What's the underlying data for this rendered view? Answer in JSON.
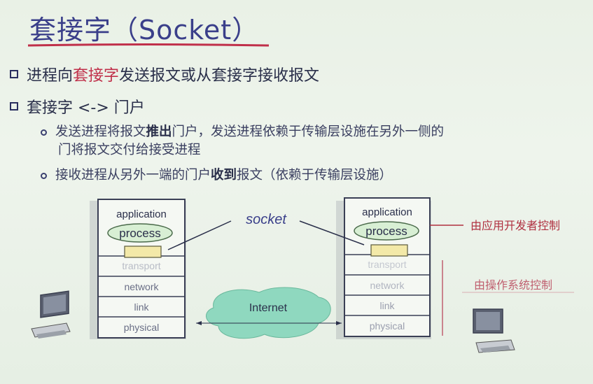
{
  "title": "套接字（Socket）",
  "bullets": [
    {
      "pre": "进程向",
      "hl": "套接字",
      "post": "发送报文或从套接字接收报文"
    },
    {
      "text": "套接字 <-> 门户"
    }
  ],
  "subbullets": [
    {
      "line1_a": "发送进程将报文",
      "line1_b": "推出",
      "line1_c": "门户，发送进程依赖于传输层设施在另外一侧的",
      "line2": "门将报文交付给接受进程"
    },
    {
      "a": "接收进程从另外一端的门户",
      "b": "收到",
      "c": "报文（依赖于传输层设施）"
    }
  ],
  "diagram": {
    "left_stack": [
      "application",
      "process",
      "transport",
      "network",
      "link",
      "physical"
    ],
    "right_stack": [
      "application",
      "process",
      "transport",
      "network",
      "link",
      "physical"
    ],
    "socket_label": "socket",
    "internet_label": "Internet",
    "app_ctrl_label": "由应用开发者控制",
    "os_ctrl_label": "由操作系统控制"
  },
  "colors": {
    "title": "#3a3f8a",
    "highlight": "#c0304a",
    "red_label": "#b03040"
  }
}
